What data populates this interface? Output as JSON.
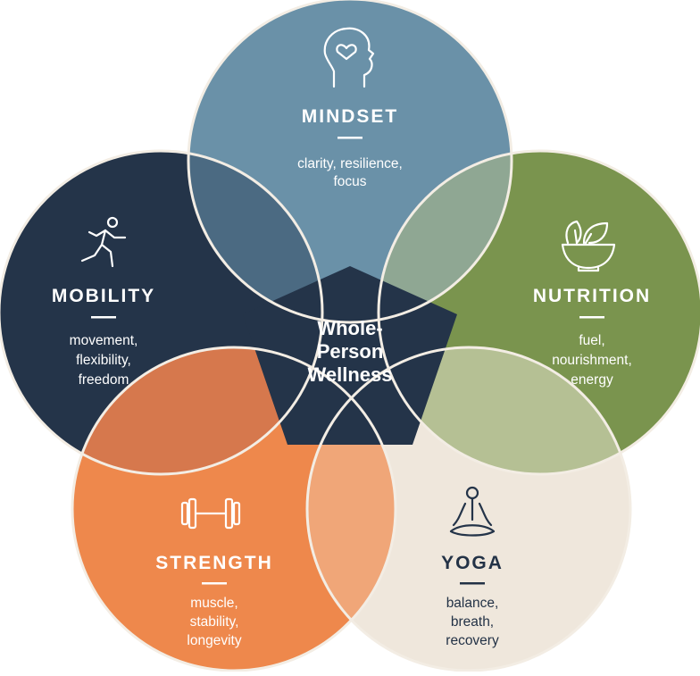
{
  "center": {
    "lines": [
      "Whole-",
      "Person",
      "Wellness"
    ]
  },
  "petals": [
    {
      "key": "mindset",
      "icon": "head-heart-icon",
      "title": "MINDSET",
      "description": [
        "clarity, resilience,",
        "focus"
      ],
      "color": "#6a91a8",
      "text_color": "#ffffff"
    },
    {
      "key": "nutrition",
      "icon": "salad-bowl-icon",
      "title": "NUTRITION",
      "description": [
        "fuel,",
        "nourishment,",
        "energy"
      ],
      "color": "#7a944e",
      "text_color": "#ffffff"
    },
    {
      "key": "yoga",
      "icon": "meditation-icon",
      "title": "YOGA",
      "description": [
        "balance,",
        "breath,",
        "recovery"
      ],
      "color": "#efe7dc",
      "text_color": "#233246"
    },
    {
      "key": "strength",
      "icon": "dumbbell-icon",
      "title": "STRENGTH",
      "description": [
        "muscle,",
        "stability,",
        "longevity"
      ],
      "color": "#ee884c",
      "text_color": "#ffffff"
    },
    {
      "key": "mobility",
      "icon": "running-person-icon",
      "title": "MOBILITY",
      "description": [
        "movement,",
        "flexibility,",
        "freedom"
      ],
      "color": "#243449",
      "text_color": "#ffffff"
    }
  ],
  "overlaps": {
    "mindset_nutrition": "#8fa793",
    "nutrition_yoga": "#b5c094",
    "yoga_strength": "#f0a678",
    "strength_mobility": "#d6784d",
    "mobility_mindset": "#4b6a82",
    "center": "#243449"
  }
}
